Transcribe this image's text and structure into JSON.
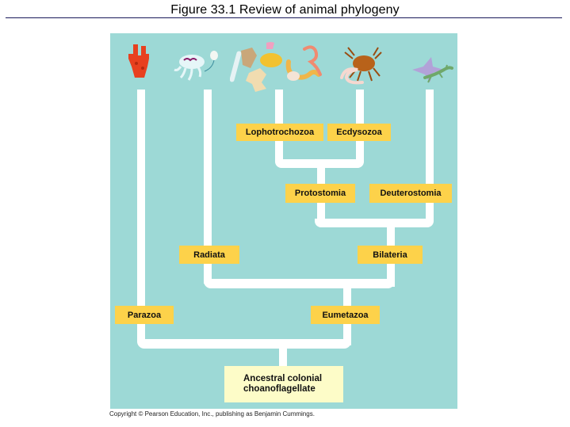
{
  "title": "Figure 33.1  Review of animal phylogeny",
  "colors": {
    "background": "#9dd9d6",
    "branch": "#ffffff",
    "label": "#fdd24a",
    "root_label": "#fdfcc8"
  },
  "taxa_icons": [
    {
      "name": "sponge-icon",
      "group": "Parazoa"
    },
    {
      "name": "jellyfish-icon",
      "group": "Radiata"
    },
    {
      "name": "lophotrochozoan-icons",
      "group": "Lophotrochozoa"
    },
    {
      "name": "worm-icons",
      "group": "Lophotrochozoa/Ecdysozoa"
    },
    {
      "name": "crab-nematode-icon",
      "group": "Ecdysozoa"
    },
    {
      "name": "seastar-lizard-icon",
      "group": "Deuterostomia"
    }
  ],
  "labels": {
    "lophotrochozoa": "Lophotrochozoa",
    "ecdysozoa": "Ecdysozoa",
    "protostomia": "Protostomia",
    "deuterostomia": "Deuterostomia",
    "radiata": "Radiata",
    "bilateria": "Bilateria",
    "parazoa": "Parazoa",
    "eumetazoa": "Eumetazoa",
    "root_line1": "Ancestral colonial",
    "root_line2": "choanoflagellate"
  },
  "copyright": "Copyright © Pearson Education, Inc., publishing as Benjamin Cummings."
}
